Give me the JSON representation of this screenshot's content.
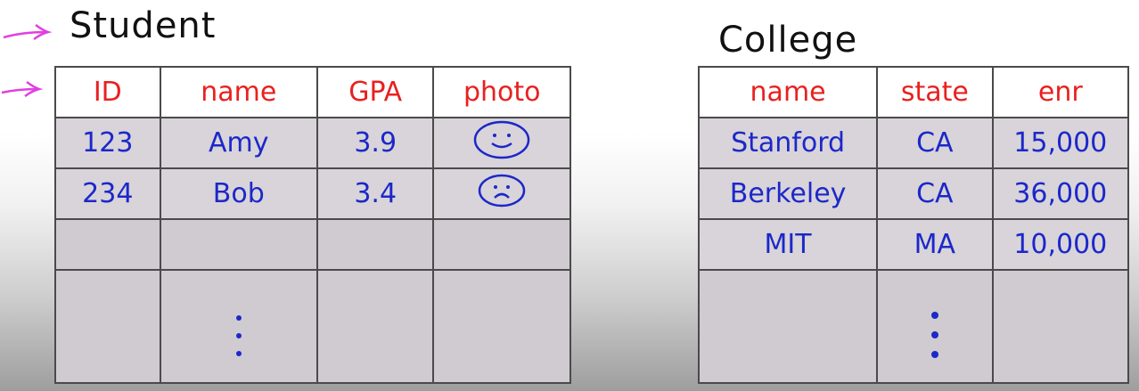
{
  "colors": {
    "header_text": "#e8211f",
    "cell_text": "#1c28c8",
    "arrow": "#e040e0",
    "cell_bg": "#d8d4d9"
  },
  "student": {
    "title": "Student",
    "columns": [
      "ID",
      "name",
      "GPA",
      "photo"
    ],
    "rows": [
      [
        "123",
        "Amy",
        "3.9",
        "smiley-face-icon"
      ],
      [
        "234",
        "Bob",
        "3.4",
        "frowny-face-icon"
      ]
    ]
  },
  "college": {
    "title": "College",
    "columns": [
      "name",
      "state",
      "enr"
    ],
    "rows": [
      [
        "Stanford",
        "CA",
        "15,000"
      ],
      [
        "Berkeley",
        "CA",
        "36,000"
      ],
      [
        "MIT",
        "MA",
        "10,000"
      ]
    ]
  }
}
